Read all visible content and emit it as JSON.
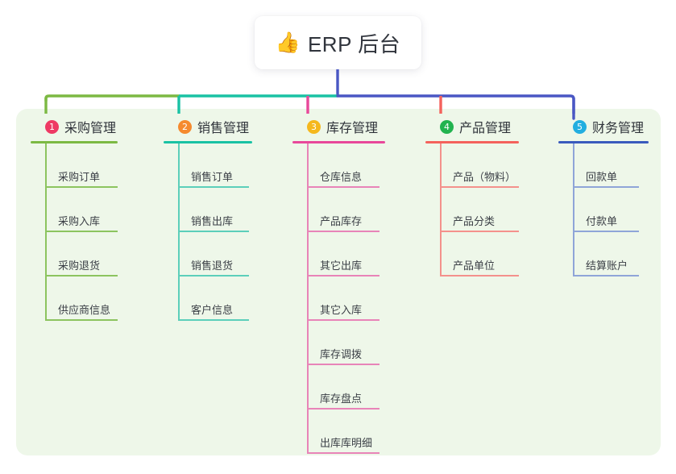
{
  "page": {
    "background_color": "#ffffff",
    "panel_color": "#eef7e9"
  },
  "root": {
    "icon": "thumbs-up-icon",
    "emoji": "👍",
    "label": "ERP 后台",
    "stem_color": "#4a57c4"
  },
  "trunk": {
    "segments": [
      {
        "name": "green-segment",
        "color": "#7cb943"
      },
      {
        "name": "teal-segment",
        "color": "#19c2a4"
      },
      {
        "name": "indigo-segment",
        "color": "#4a57c4"
      }
    ]
  },
  "columns": [
    {
      "number": "1",
      "title": "采购管理",
      "badge_color": "#ee3a64",
      "rule_color": "#7cb943",
      "branch_color": "#7cb943",
      "leaf_color": "#8cc45f",
      "items": [
        "采购订单",
        "采购入库",
        "采购退货",
        "供应商信息"
      ]
    },
    {
      "number": "2",
      "title": "销售管理",
      "badge_color": "#f58a2e",
      "rule_color": "#19c2a4",
      "branch_color": "#19c2a4",
      "leaf_color": "#5ccfba",
      "items": [
        "销售订单",
        "销售出库",
        "销售退货",
        "客户信息"
      ]
    },
    {
      "number": "3",
      "title": "库存管理",
      "badge_color": "#f5b81e",
      "rule_color": "#e8489a",
      "branch_color": "#e8489a",
      "leaf_color": "#e884b8",
      "items": [
        "仓库信息",
        "产品库存",
        "其它出库",
        "其它入库",
        "库存调拨",
        "库存盘点",
        "出库库明细"
      ]
    },
    {
      "number": "4",
      "title": "产品管理",
      "badge_color": "#22b34f",
      "rule_color": "#f4625c",
      "branch_color": "#f4625c",
      "leaf_color": "#f4918c",
      "items": [
        "产品（物料）",
        "产品分类",
        "产品单位"
      ]
    },
    {
      "number": "5",
      "title": "财务管理",
      "badge_color": "#22aee0",
      "rule_color": "#3a5bbd",
      "branch_color": "#4a57c4",
      "leaf_color": "#8fa5d8",
      "items": [
        "回款单",
        "付款单",
        "结算账户"
      ]
    }
  ]
}
